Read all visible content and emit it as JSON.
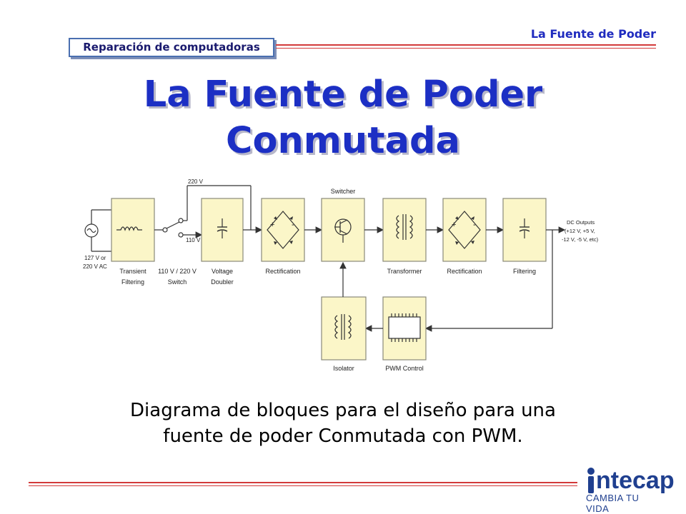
{
  "header": {
    "badge": "Reparación de computadoras",
    "top_right": "La Fuente de Poder"
  },
  "title": {
    "line1": "La Fuente de Poder",
    "line2": "Conmutada"
  },
  "diagram": {
    "input_labels": [
      "127 V or",
      "220 V AC"
    ],
    "switch_labels": {
      "v220": "220 V",
      "v110": "110 V"
    },
    "blocks": {
      "transient": [
        "Transient",
        "Filtering"
      ],
      "switch": [
        "110 V / 220 V",
        "Switch"
      ],
      "doubler": [
        "Voltage",
        "Doubler"
      ],
      "rect1": [
        "Rectification"
      ],
      "switcher_top": "Switcher",
      "transformer": [
        "Transformer"
      ],
      "rect2": [
        "Rectification"
      ],
      "filtering": [
        "Filtering"
      ],
      "isolator": [
        "Isolator"
      ],
      "pwm": [
        "PWM Control"
      ]
    },
    "outputs": [
      "DC Outputs",
      "(+12 V, +5 V,",
      "-12 V, -5 V, etc)"
    ]
  },
  "caption": {
    "line1": "Diagrama de bloques para el diseño para una",
    "line2": "fuente de poder Conmutada con PWM."
  },
  "logo": {
    "name": "ntecap",
    "tagline": "CAMBIA TU VIDA"
  },
  "colors": {
    "title": "#1c2fc4",
    "block_fill": "#fbf6c8",
    "rule": "#d33a3a"
  }
}
